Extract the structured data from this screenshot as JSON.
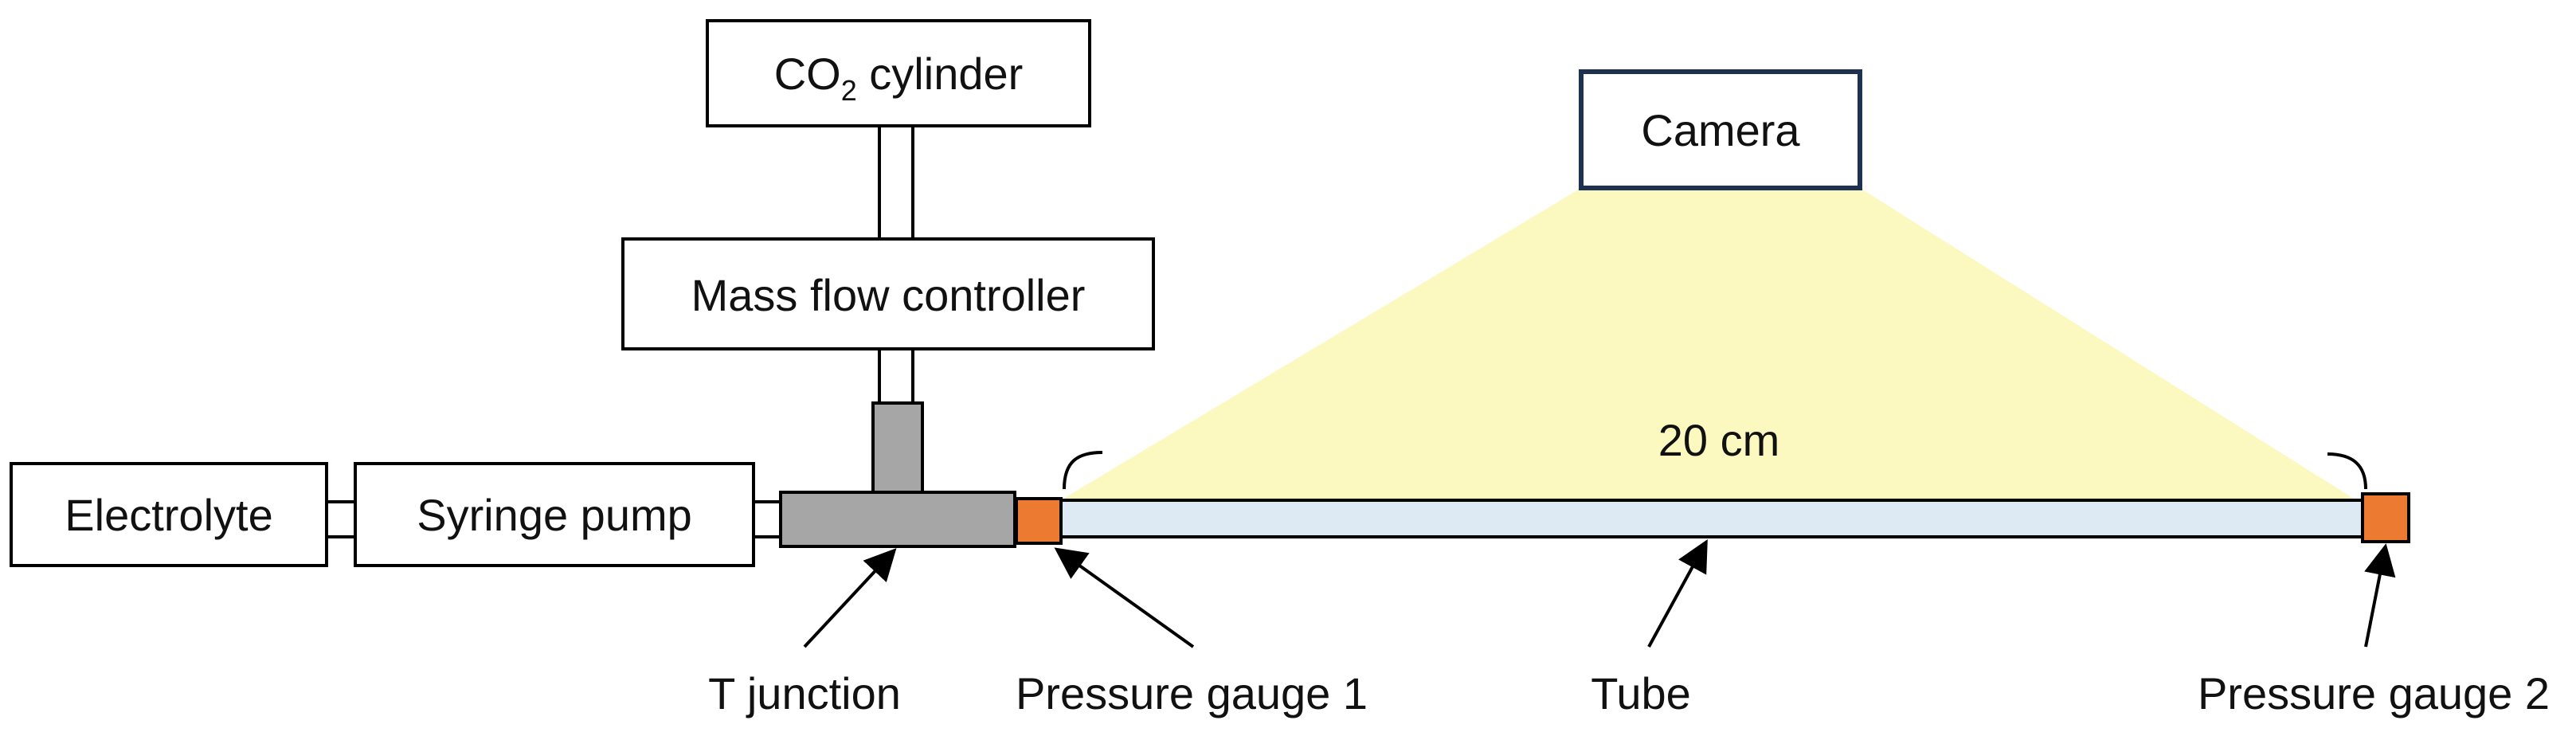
{
  "colors": {
    "camera_border": "#1f3150",
    "view_cone": "#fbf8c0",
    "tube_fill": "#dde9f3",
    "gauge_fill": "#ec7a30",
    "junction_fill": "#a6a6a6"
  },
  "labels": {
    "co2_main": "CO",
    "co2_sub": "2",
    "co2_rest": " cylinder",
    "mfc": "Mass flow controller",
    "camera": "Camera",
    "electrolyte": "Electrolyte",
    "syringe": "Syringe pump",
    "length": "20 cm",
    "t_junction": "T junction",
    "gauge1": "Pressure gauge 1",
    "tube": "Tube",
    "gauge2": "Pressure gauge 2"
  }
}
